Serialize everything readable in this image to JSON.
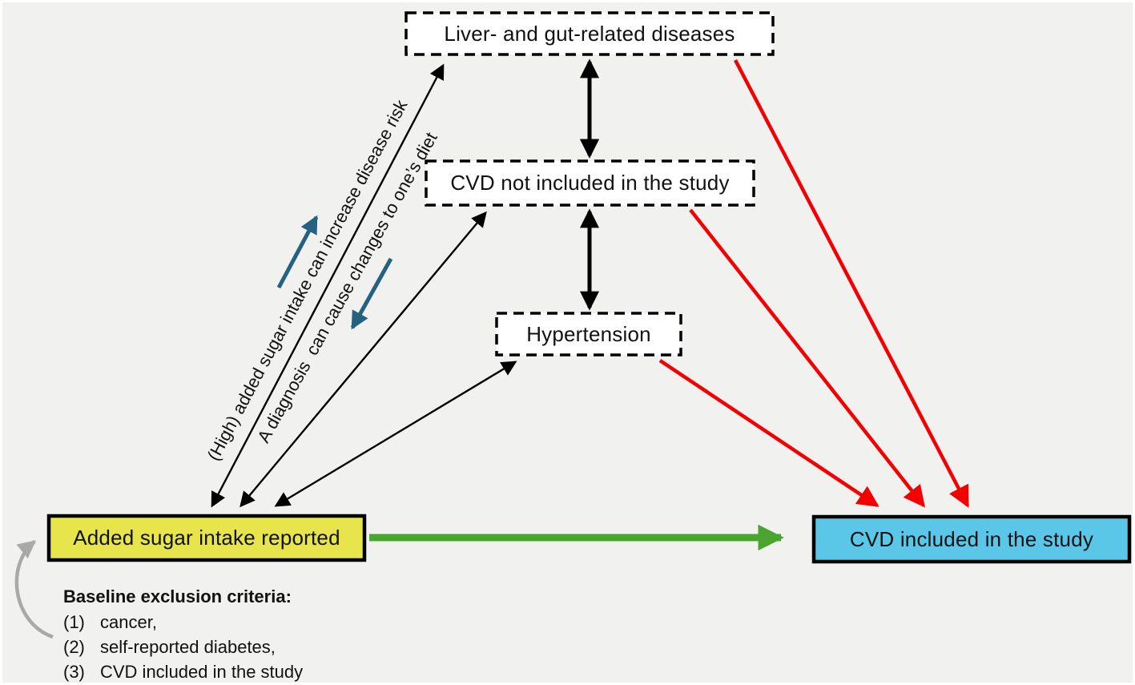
{
  "figure": {
    "background": "#f1f1f0",
    "nodes": {
      "liver_gut": {
        "label": "Liver- and gut-related diseases",
        "fill": "#ffffff"
      },
      "cvd_not_included": {
        "label": "CVD not included in the study",
        "fill": "#ffffff"
      },
      "hypertension": {
        "label": "Hypertension",
        "fill": "#ffffff"
      },
      "added_sugar": {
        "label": "Added sugar intake reported",
        "fill": "#e7e54b"
      },
      "cvd_included": {
        "label": "CVD included in the study",
        "fill": "#5ac7e9"
      }
    },
    "edge_labels": {
      "risk": "(High) added sugar intake can increase disease risk",
      "diet": "A diagnosis  can cause changes to one’s diet"
    },
    "exclusion_note": {
      "title": "Baseline exclusion criteria:",
      "items": [
        {
          "num": "(1)",
          "text": "cancer,"
        },
        {
          "num": "(2)",
          "text": "self-reported diabetes,"
        },
        {
          "num": "(3)",
          "text": "CVD included in the study"
        }
      ]
    },
    "colors": {
      "node_border": "#000000",
      "black_arrow": "#000000",
      "red_arrow": "#f40000",
      "green_arrow": "#4aa52e",
      "teal_arrow": "#26617f",
      "gray_arrow": "#a9a9a9"
    }
  }
}
